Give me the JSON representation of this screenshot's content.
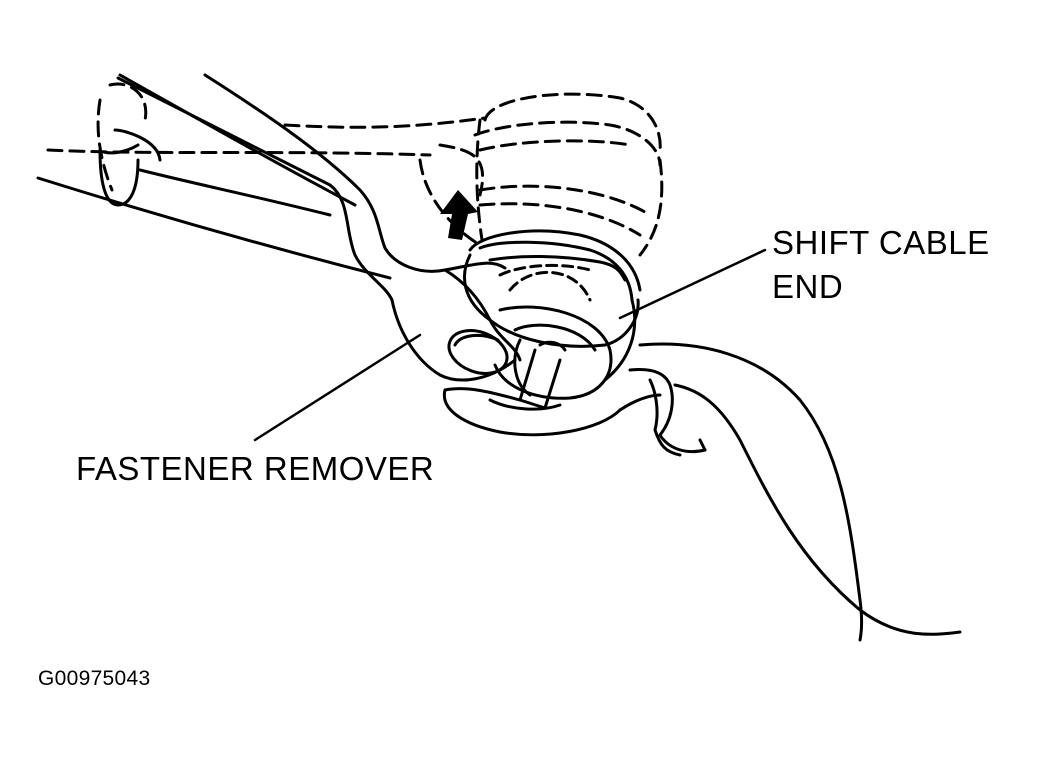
{
  "labels": {
    "shift_cable_end_line1": "SHIFT CABLE",
    "shift_cable_end_line2": "END",
    "fastener_remover": "FASTENER REMOVER",
    "figure_id": "G00975043"
  },
  "colors": {
    "ink": "#000000",
    "background": "#ffffff"
  }
}
